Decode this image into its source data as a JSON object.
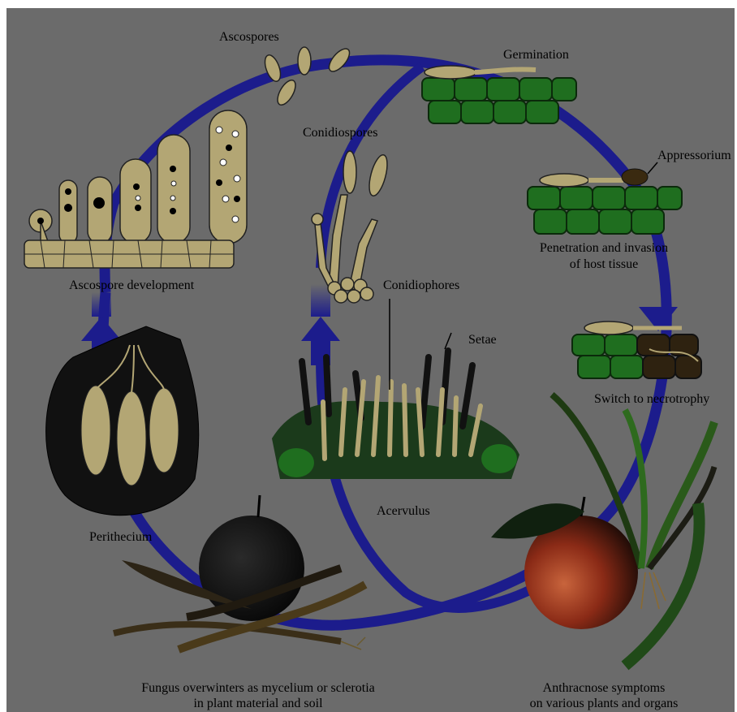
{
  "labels": {
    "ascospores": "Ascospores",
    "germination": "Germination",
    "conidiospores": "Conidiospores",
    "appressorium": "Appressorium",
    "penetration_1": "Penetration and invasion",
    "penetration_2": "of host tissue",
    "ascospore_development": "Ascospore development",
    "conidiophores": "Conidiophores",
    "setae": "Setae",
    "switch_necrotrophy": "Switch to necrotrophy",
    "perithecium": "Perithecium",
    "acervulus": "Acervulus",
    "overwinter_1": "Fungus overwinters as mycelium or sclerotia",
    "overwinter_2": "in plant material and soil",
    "anthracnose_1": "Anthracnose symptoms",
    "anthracnose_2": "on various plants and organs"
  },
  "colors": {
    "background": "#6b6b6b",
    "cycle_arrow": "#1c1c8c",
    "spore_fill": "#b3a674",
    "host_cell": "#1f6e1f",
    "fungal_body": "#161616"
  }
}
